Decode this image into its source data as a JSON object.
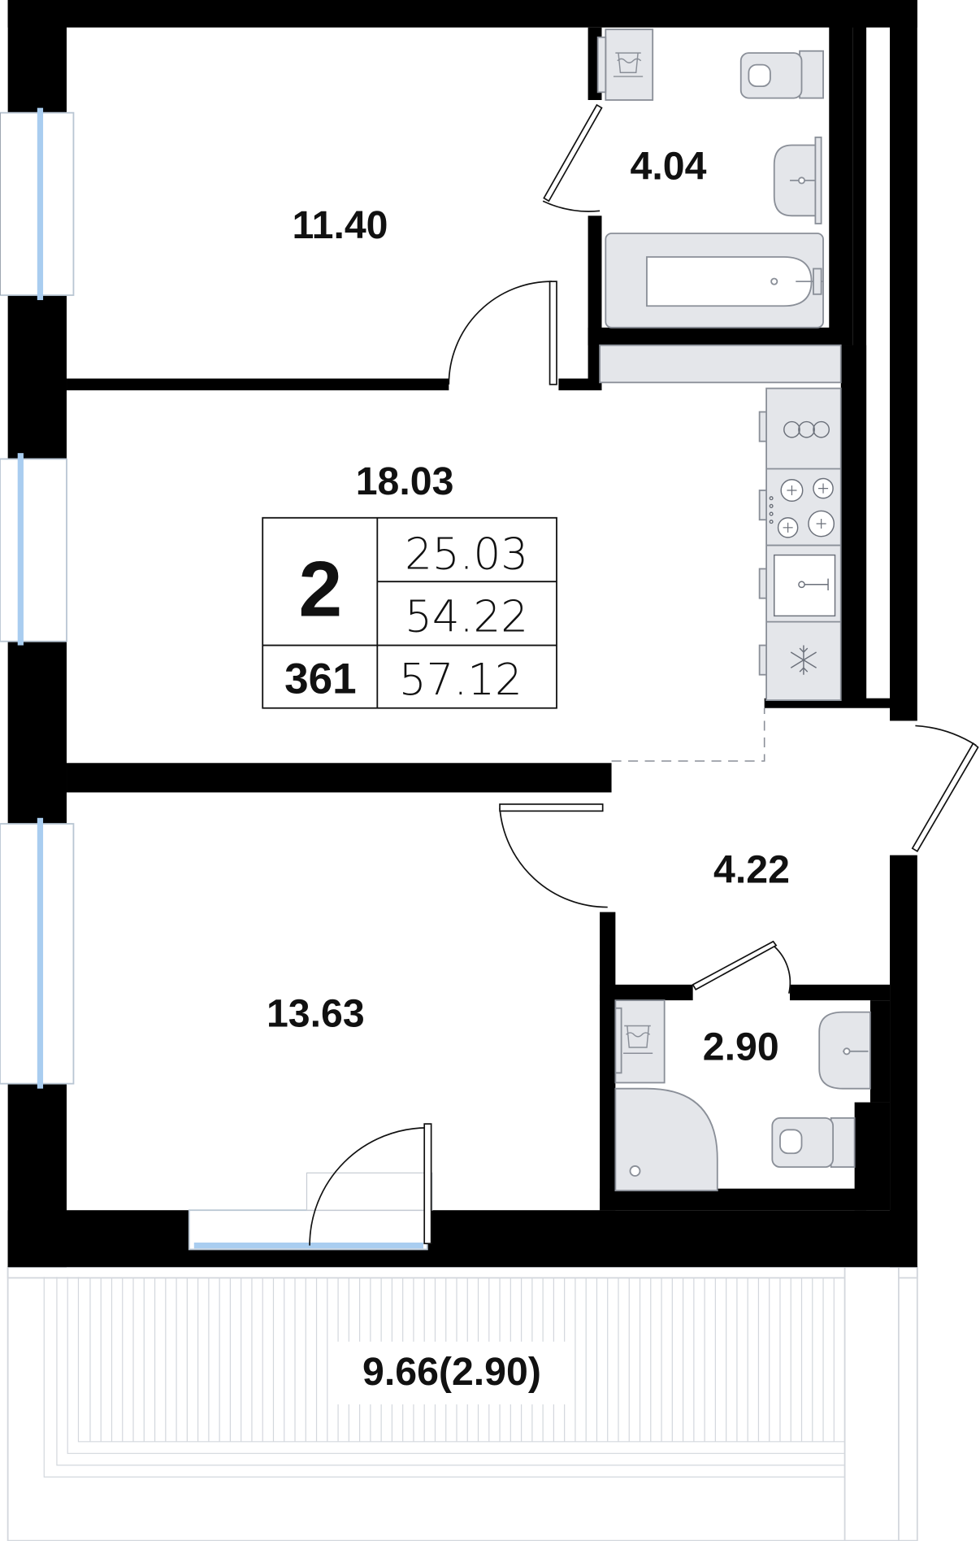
{
  "rooms": {
    "bedroom_top": "11.40",
    "bathroom_main": "4.04",
    "kitchen_living": "18.03",
    "bedroom_bottom": "13.63",
    "hallway": "4.22",
    "bathroom_small": "2.90",
    "balcony": "9.66(2.90)"
  },
  "info": {
    "rooms_count": "2",
    "apartment_number": "361",
    "living_area": "25.03",
    "total_area": "54.22",
    "total_with_balcony": "57.12"
  },
  "colors": {
    "wall": "#000000",
    "fixture_fill": "#e4e6ea",
    "fixture_stroke": "#8a8f98",
    "window_glass": "#a9cdf0",
    "balcony_line": "#d3d7dd"
  }
}
